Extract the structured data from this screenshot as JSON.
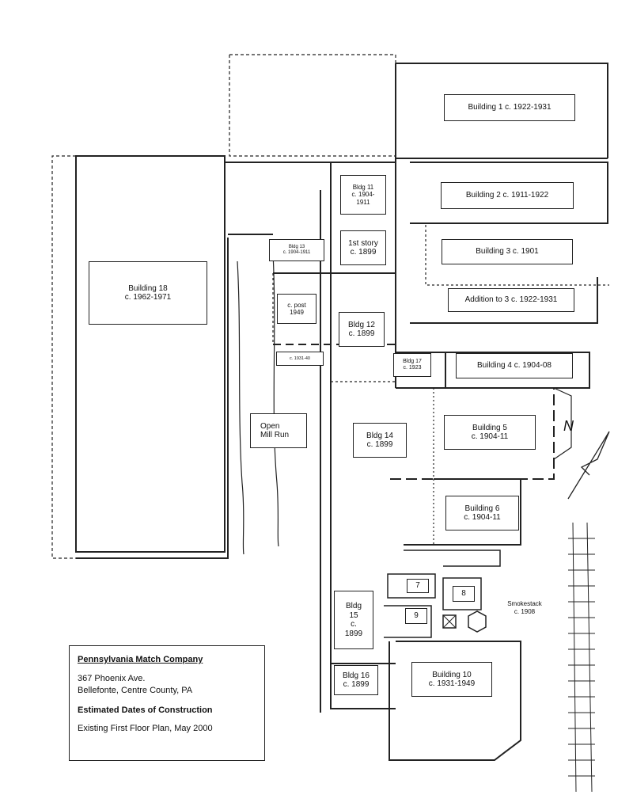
{
  "buildings": [
    {
      "id": "b1",
      "lines": [
        "Building 1   c. 1922-1931"
      ]
    },
    {
      "id": "b2",
      "lines": [
        "Building 2   c. 1911-1922"
      ]
    },
    {
      "id": "b3",
      "lines": [
        "Building 3   c. 1901"
      ]
    },
    {
      "id": "add3",
      "lines": [
        "Addition to 3   c. 1922-1931"
      ]
    },
    {
      "id": "b4",
      "lines": [
        "Building 4   c. 1904-08"
      ]
    },
    {
      "id": "b5",
      "lines": [
        "Building 5",
        "c. 1904-11"
      ]
    },
    {
      "id": "b6",
      "lines": [
        "Building 6",
        "c. 1904-11"
      ]
    },
    {
      "id": "b10",
      "lines": [
        "Building 10",
        "c. 1931-1949"
      ]
    },
    {
      "id": "b11",
      "lines": [
        "Bldg 11",
        "c. 1904-",
        "1911"
      ]
    },
    {
      "id": "b1st",
      "lines": [
        "1st story",
        "c. 1899"
      ]
    },
    {
      "id": "b12",
      "lines": [
        "Bldg 12",
        "c. 1899"
      ]
    },
    {
      "id": "b13",
      "lines": [
        "Bldg 13",
        "c. 1904-1911"
      ]
    },
    {
      "id": "bpost",
      "lines": [
        "c. post",
        "1949"
      ]
    },
    {
      "id": "b3140",
      "lines": [
        "c. 1931-40"
      ]
    },
    {
      "id": "b14",
      "lines": [
        "Bldg 14",
        "c. 1899"
      ]
    },
    {
      "id": "b15",
      "lines": [
        "Bldg",
        "15",
        "c.",
        "1899"
      ]
    },
    {
      "id": "b16",
      "lines": [
        "Bldg 16",
        "c. 1899"
      ]
    },
    {
      "id": "b17",
      "lines": [
        "Bldg 17",
        "c. 1923"
      ]
    },
    {
      "id": "b18",
      "lines": [
        "Building 18",
        "c. 1962-1971"
      ]
    },
    {
      "id": "b7",
      "lines": [
        "7"
      ]
    },
    {
      "id": "b8",
      "lines": [
        "8"
      ]
    },
    {
      "id": "b9",
      "lines": [
        "9"
      ]
    }
  ],
  "mill_run": [
    "Open",
    "Mill Run"
  ],
  "smokestack": [
    "Smokestack",
    "c. 1908"
  ],
  "north_arrow_label": "N",
  "legend": {
    "company": "Pennsylvania Match Company",
    "address_line1": "367 Phoenix Ave.",
    "address_line2": "Bellefonte, Centre County, PA",
    "heading": "Estimated Dates of Construction",
    "subtitle": "Existing First Floor Plan, May 2000"
  }
}
